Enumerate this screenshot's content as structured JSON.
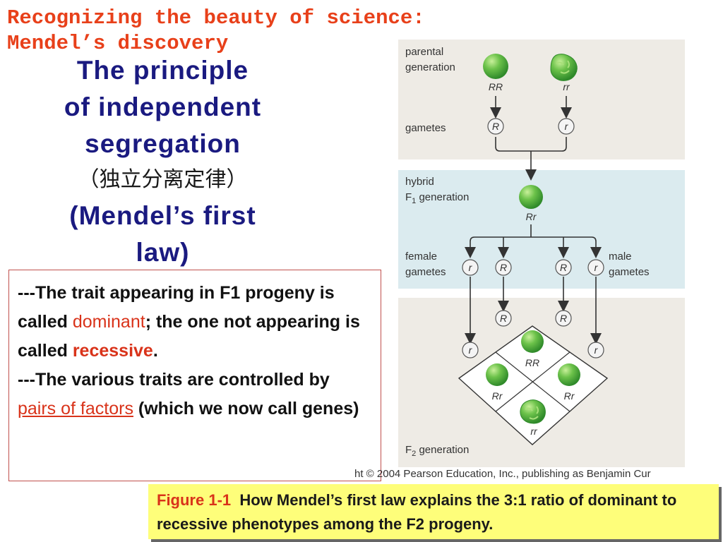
{
  "slide": {
    "title_line1": "Recognizing the beauty of science:",
    "title_line2": "Mendel’s discovery"
  },
  "heading": {
    "line1": "The principle",
    "line2": "of independent",
    "line3": "segregation",
    "line4": "（独立分离定律）",
    "line5": "(Mendel’s first",
    "line6": "law)"
  },
  "body": {
    "p1_prefix": "---The trait appearing in F1 progeny is called ",
    "p1_dominant": "dominant",
    "p1_mid": "; the one not appearing is called ",
    "p1_recessive": "recessive",
    "p1_end": ".",
    "p2_prefix": "---The various traits are controlled by ",
    "p2_factors": "pairs of factors",
    "p2_suffix": " (which we now call genes)"
  },
  "figure": {
    "parental_label_1": "parental",
    "parental_label_2": "generation",
    "rr_dom": "RR",
    "rr_rec": "rr",
    "gametes_label": "gametes",
    "allele_R": "R",
    "allele_r": "r",
    "hybrid_label_1": "hybrid",
    "hybrid_label_2_pre": "F",
    "hybrid_label_2_sub": "1",
    "hybrid_label_2_post": " generation",
    "hybrid_genotype": "Rr",
    "female_1": "female",
    "female_2": "gametes",
    "male_1": "male",
    "male_2": "gametes",
    "square_RR": "RR",
    "square_Rr_left": "Rr",
    "square_Rr_right": "Rr",
    "square_rr": "rr",
    "f2_pre": "F",
    "f2_sub": "2",
    "f2_post": " generation",
    "colors": {
      "pea_green": "#6cc24a",
      "band_top": "#eeebe5",
      "band_mid": "#dbebef",
      "band_bottom": "#eeebe5"
    }
  },
  "copyright": "ht © 2004 Pearson Education, Inc., publishing as Benjamin Cur",
  "caption": {
    "fig_label": "Figure 1-1",
    "text": "How Mendel’s first law explains the 3:1 ratio of dominant to recessive phenotypes among the F2 progeny."
  }
}
